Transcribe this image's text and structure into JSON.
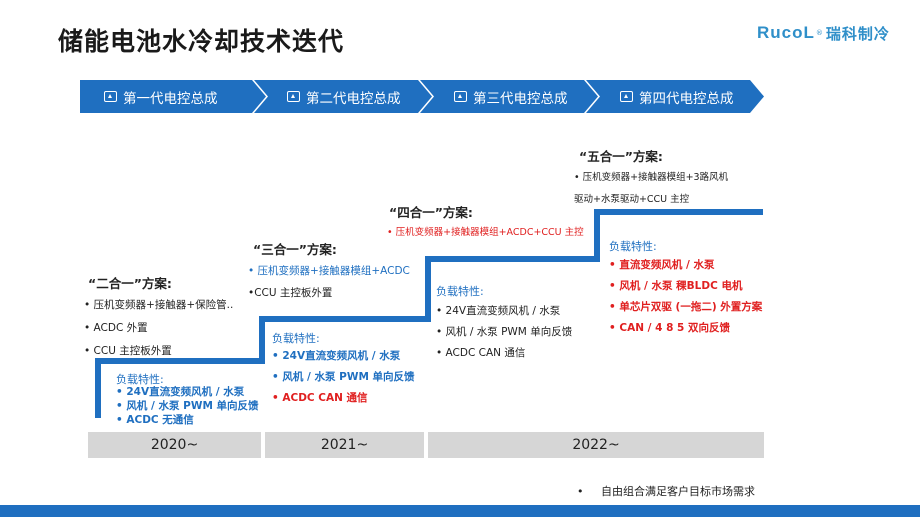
{
  "title": "储能电池水冷却技术迭代",
  "logo": {
    "en": "RucoL",
    "reg": "®",
    "cn": "瑞科制冷"
  },
  "generations": [
    {
      "label": "第一代电控总成"
    },
    {
      "label": "第二代电控总成"
    },
    {
      "label": "第三代电控总成"
    },
    {
      "label": "第四代电控总成"
    }
  ],
  "plans": {
    "p2": {
      "title": "“二合一”方案:",
      "items": [
        "• 压机变频器+接触器+保险管..",
        "• ACDC 外置",
        "• CCU 主控板外置"
      ],
      "load_title": "负载特性:",
      "load_items": [
        "• 24V直流变频风机 / 水泵",
        "• 风机 / 水泵 PWM 单向反馈",
        "• ACDC 无通信"
      ]
    },
    "p3": {
      "title": "“三合一”方案:",
      "items": [
        "• 压机变频器+接触器模组+ACDC",
        "•CCU 主控板外置"
      ],
      "load_title": "负载特性:",
      "load_items": [
        "• 24V直流变频风机 / 水泵",
        "• 风机 / 水泵 PWM 单向反馈",
        "• ACDC CAN 通信"
      ]
    },
    "p4": {
      "title": "“四合一”方案:",
      "items": [
        "• 压机变频器+接触器模组+ACDC+CCU 主控"
      ],
      "load_title": "负载特性:",
      "load_items": [
        "• 24V直流变频风机 / 水泵",
        "• 风机 / 水泵 PWM 单向反馈",
        "• ACDC CAN 通信"
      ]
    },
    "p5": {
      "title": "“五合一”方案:",
      "items": [
        "• 压机变频器+接触器模组+3路风机",
        "驱动+水泵驱动+CCU 主控"
      ],
      "load_title": "负载特性:",
      "load_items": [
        "• 直流变频风机 / 水泵",
        "• 风机 / 水泵 稞BLDC 电机",
        "• 单芯片双驱 (一拖二) 外置方案",
        "• CAN / 4 8 5 双向反馈"
      ]
    }
  },
  "years": [
    "2020~",
    "2021~",
    "2022~"
  ],
  "footnote": {
    "bullet": "•",
    "text": "自由组合满足客户目标市场需求"
  },
  "colors": {
    "primary": "#1f6fc0",
    "red": "#e02020",
    "band": "#d6d6d6"
  }
}
